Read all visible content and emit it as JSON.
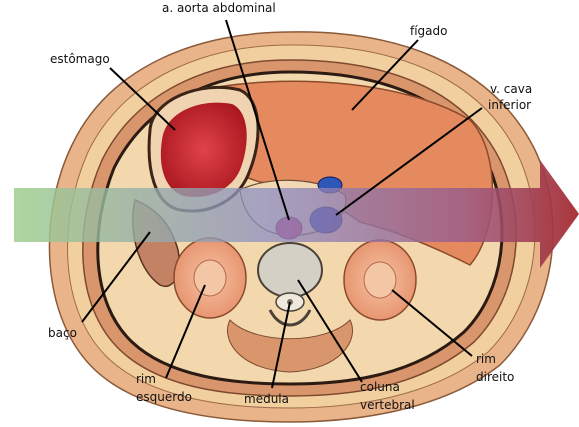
{
  "labels": {
    "aorta": "a. aorta abdominal",
    "figado": "fígado",
    "estomago": "estômago",
    "vcava_1": "v. cava",
    "vcava_2": "inferior",
    "baco": "baço",
    "rim_esq_1": "rim",
    "rim_esq_2": "esquerdo",
    "medula": "medula",
    "coluna_1": "coluna",
    "coluna_2": "vertebral",
    "rim_dir_1": "rim",
    "rim_dir_2": "direito"
  },
  "colors": {
    "skin": "#e9b489",
    "fat": "#f2cf9e",
    "muscle": "#c9764f",
    "liver": "#e48a5e",
    "stomach": "#c9262c",
    "vena_cava": "#2a3fa8",
    "aorta": "#c62d66",
    "kidney": "#f0a27c",
    "vertebra": "#d5d0c6",
    "arrow_start": "#9fcf8c",
    "arrow_end": "#a52a2f"
  },
  "overlay": {
    "type": "arrow",
    "direction": "right"
  }
}
